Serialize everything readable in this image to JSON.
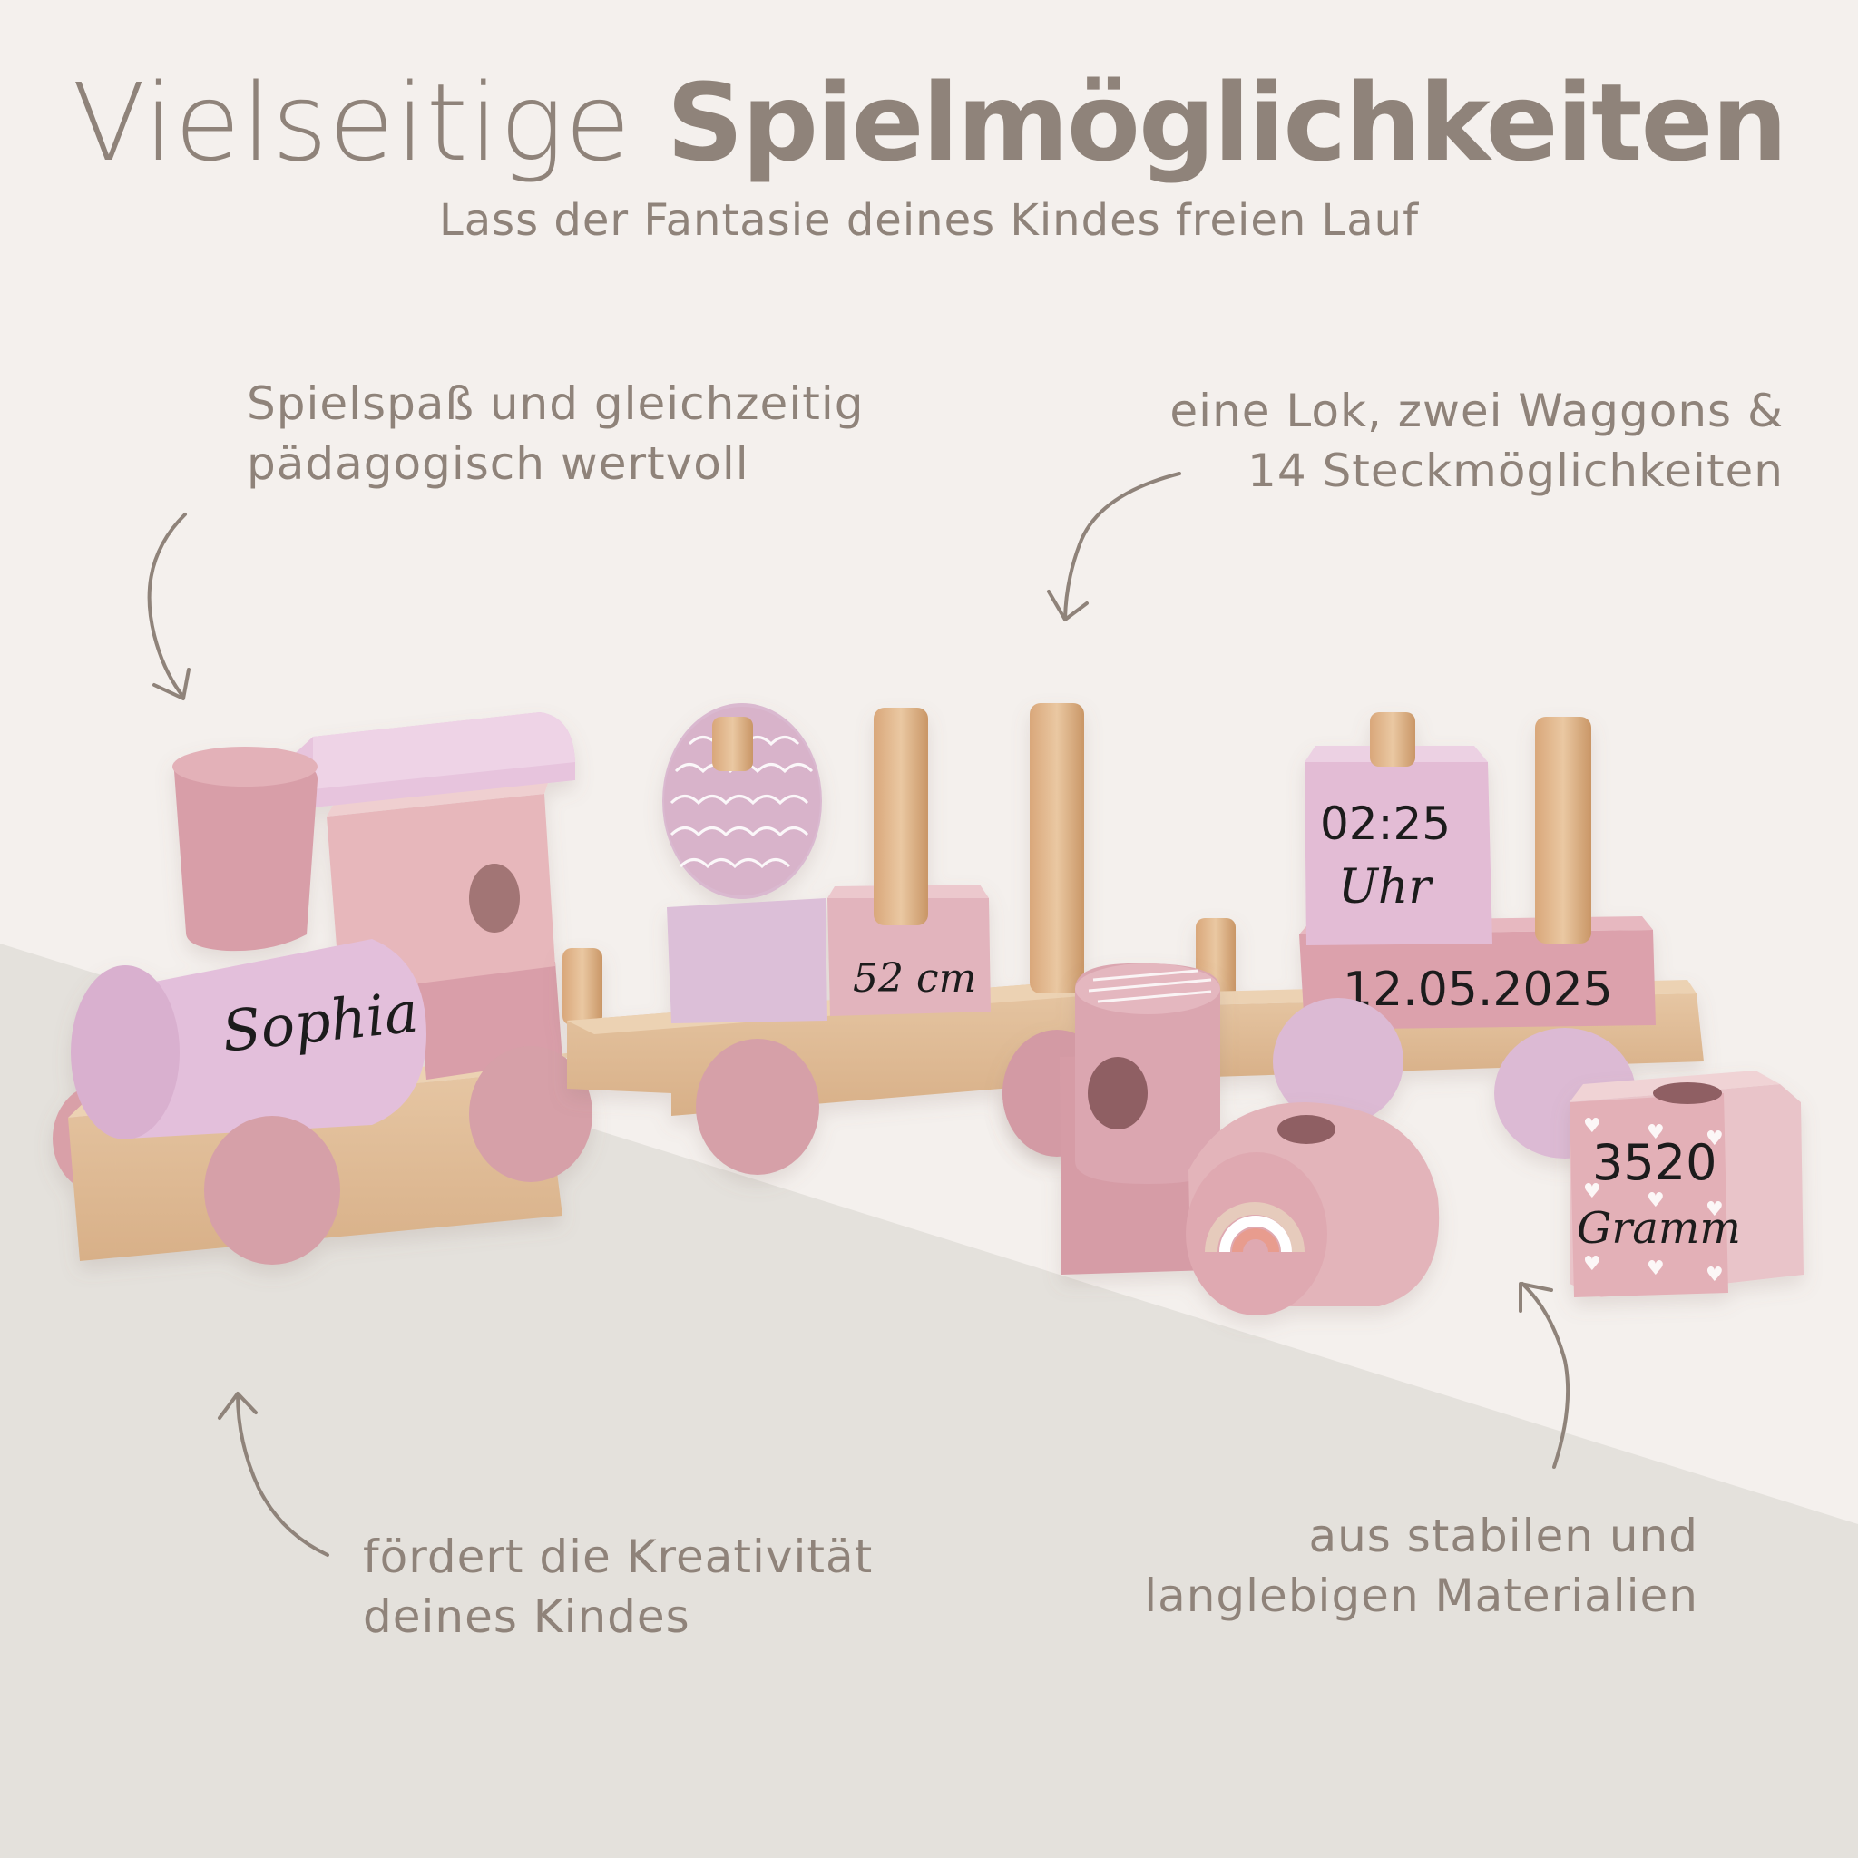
{
  "header": {
    "title_light": "Vielseitige",
    "title_bold": "Spielmöglichkeiten",
    "subtitle": "Lass der Fantasie deines Kindes freien Lauf"
  },
  "callouts": {
    "top_left": {
      "line1": "Spielspaß und gleichzeitig",
      "line2": "pädagogisch wertvoll",
      "arrow": "curved-arrow-down"
    },
    "top_right": {
      "line1": "eine Lok, zwei Waggons &",
      "line2": "14 Steckmöglichkeiten",
      "arrow": "curved-arrow-down-left"
    },
    "bottom_left": {
      "line1": "fördert die Kreativität",
      "line2": "deines Kindes",
      "arrow": "curved-arrow-up"
    },
    "bottom_right": {
      "line1": "aus stabilen und",
      "line2": "langlebigen Materialien",
      "arrow": "curved-arrow-up-left"
    }
  },
  "product": {
    "name_block": "Sophia",
    "length_block": "52 cm",
    "time_block_line1": "02:25",
    "time_block_line2": "Uhr",
    "date_block": "12.05.2025",
    "weight_block_line1": "3520",
    "weight_block_line2": "Gramm"
  },
  "colors": {
    "background_top": "#f4f0ed",
    "background_bottom": "#e4e1dc",
    "text": "#8f837a",
    "wood": "#e2bf9a",
    "pink": "#d9a3ab",
    "lilac": "#dcbcd3",
    "light_pink": "#e7c3c5"
  }
}
